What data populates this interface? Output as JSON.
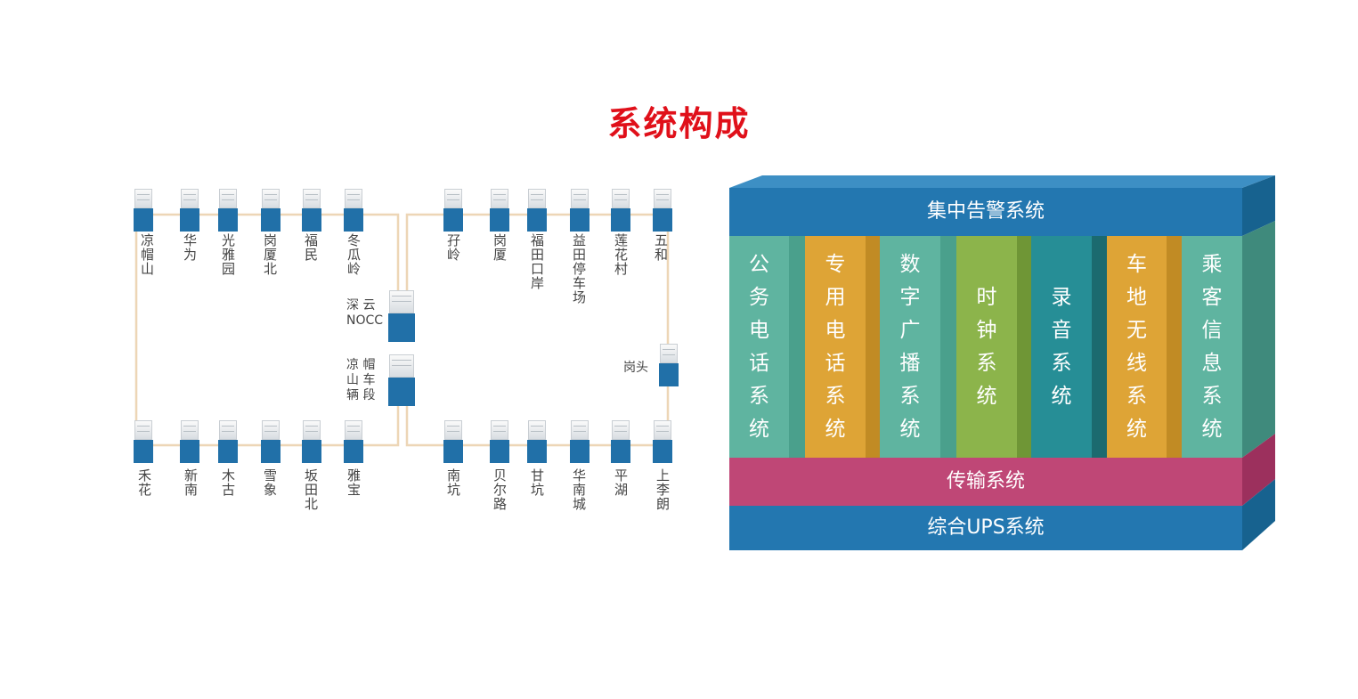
{
  "title": "系统构成",
  "network": {
    "top_left": [
      "凉帽山",
      "华为",
      "光雅园",
      "岗厦北",
      "福民",
      "冬瓜岭"
    ],
    "top_right": [
      "孖岭",
      "岗厦",
      "福田口岸",
      "益田停车场",
      "莲花村",
      "五和"
    ],
    "bottom_left": [
      "禾花",
      "新南",
      "木古",
      "雪象",
      "坂田北",
      "雅宝"
    ],
    "bottom_right": [
      "南坑",
      "贝尔路",
      "甘坑",
      "华南城",
      "平湖",
      "上李朗"
    ],
    "center_top": {
      "line1": "深 云",
      "line2": "NOCC"
    },
    "center_bottom": {
      "line1": "凉 帽",
      "line2": "山 车",
      "line3": "辆 段"
    },
    "right_side": "岗头",
    "colors": {
      "line": "#edd6b6",
      "station": "#2170a8"
    }
  },
  "stack": {
    "top_layer": "集中告警系统",
    "columns": [
      {
        "label": "公务电话系统",
        "color": "#5fb4a0"
      },
      {
        "label": "专用电话系统",
        "color": "#dea436"
      },
      {
        "label": "数字广播系统",
        "color": "#5fb4a0"
      },
      {
        "label": "时钟系统",
        "color": "#8cb44b"
      },
      {
        "label": "录音系统",
        "color": "#268e96"
      },
      {
        "label": "车地无线系统",
        "color": "#dea436"
      },
      {
        "label": "乘客信息系统",
        "color": "#5fb4a0"
      }
    ],
    "middle_layer": "传输系统",
    "bottom_layer": "综合UPS系统",
    "colors": {
      "blue": "#2377b0",
      "magenta": "#bf4776",
      "background": "#5fb4a0"
    }
  }
}
